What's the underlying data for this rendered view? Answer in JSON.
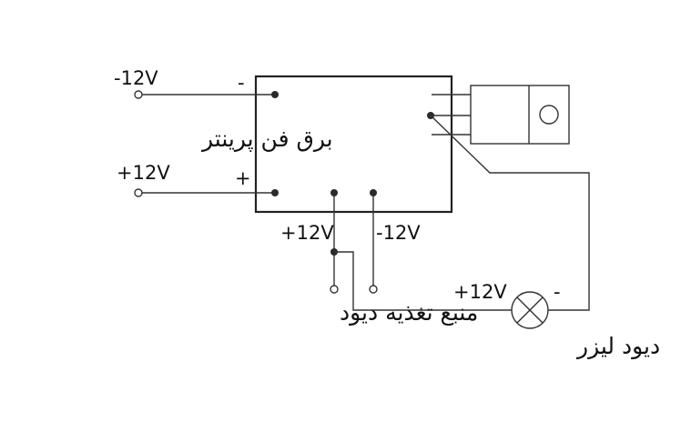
{
  "labels": {
    "fan_neg_voltage": "-12V",
    "fan_pos_voltage": "+12V",
    "fan_neg_sign": "-",
    "fan_pos_sign": "+",
    "fan_source": "برق فن پرینتر",
    "supply_pos_voltage": "+12V",
    "supply_neg_voltage": "-12V",
    "supply_source": "منبع تغذیه دیود",
    "laser_pos_voltage": "+12V",
    "laser_neg_sign": "-",
    "laser_diode": "دیود لیزر"
  }
}
